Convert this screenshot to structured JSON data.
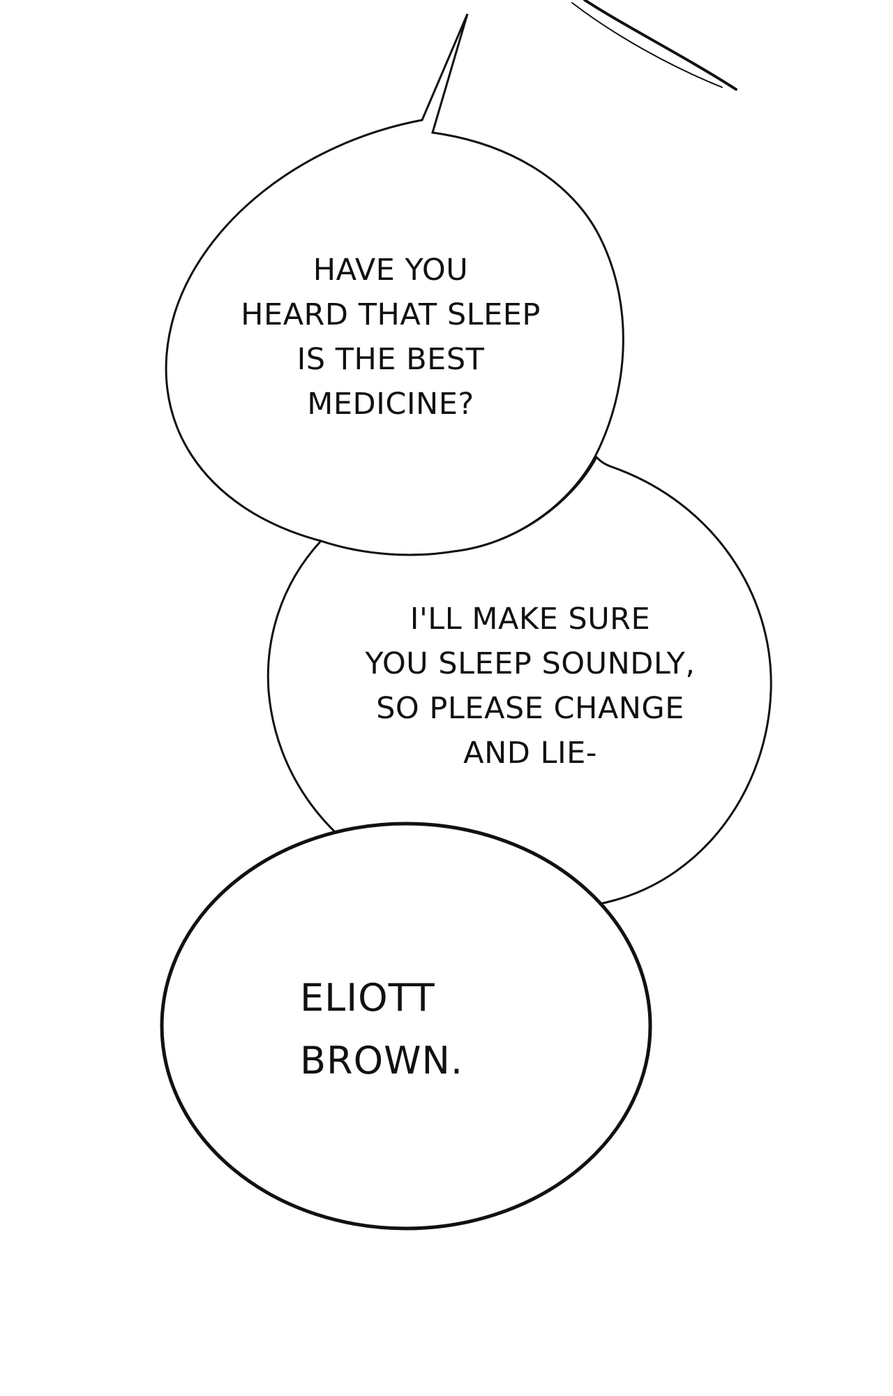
{
  "panel": {
    "bubbles": [
      {
        "lines": [
          "HAVE YOU",
          "HEARD THAT SLEEP",
          "IS THE BEST",
          "MEDICINE?"
        ]
      },
      {
        "lines": [
          "I'LL MAKE SURE",
          "YOU SLEEP SOUNDLY,",
          "SO PLEASE CHANGE",
          "AND LIE-"
        ]
      },
      {
        "lines": [
          "ELIOTT",
          "BROWN."
        ]
      }
    ]
  },
  "colors": {
    "background": "#ffffff",
    "ink": "#111111"
  }
}
